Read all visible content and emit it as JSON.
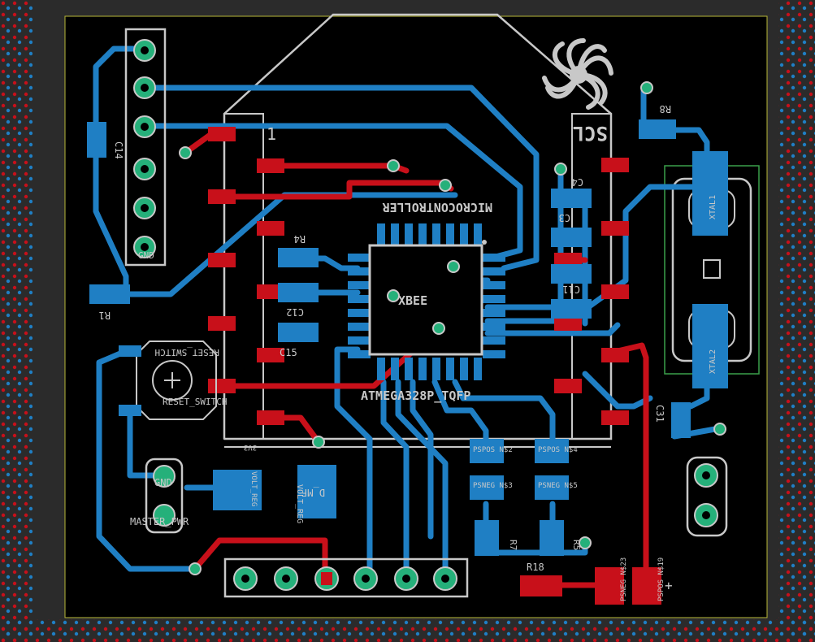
{
  "colors": {
    "background": "#000000",
    "frame": "#2b2b2b",
    "top_copper": "#c8101a",
    "bottom_copper": "#1f7fc4",
    "pad": "#25b07a",
    "outline": "#c8c8c8",
    "crystal_box": "#3aa04a"
  },
  "labels": {
    "pin_one": "1",
    "scl": "SCL",
    "microcontroller": "MICROCONTROLLER",
    "atmega": "ATMEGA328P_TQFP",
    "xbee": "XBEE",
    "reset_switch_top": "RESET_SWITCH",
    "reset_switch_bottom": "RESET_SWITCH",
    "gnd": "GND",
    "master_pwr": "MASTER_PWR",
    "volt_reg": "VOLT_REG",
    "volt_reg2": "VOLT_REG",
    "d_mf": "D_MF",
    "xtal1": "XTAL1",
    "xtal2": "XTAL2",
    "c14": "C14",
    "r1": "R1",
    "r4": "R4",
    "c12": "C12",
    "c15": "C15",
    "c4": "C4",
    "c3": "C3",
    "c11": "C11",
    "r8": "R8",
    "c31": "C31",
    "r18": "R18",
    "r7": "R7",
    "r5": "R5",
    "pspos_n2": "PSPOS N$2",
    "psneg_n3": "PSNEG N$3",
    "pspos_n4": "PSPOS N$4",
    "psneg_n5": "PSNEG N$5",
    "psneg_n23": "PSNEG N$23",
    "pspos_n19": "PSPOS N$19",
    "plus": "+",
    "pin_gnd": "GND",
    "pin_3v3": "3V3"
  }
}
